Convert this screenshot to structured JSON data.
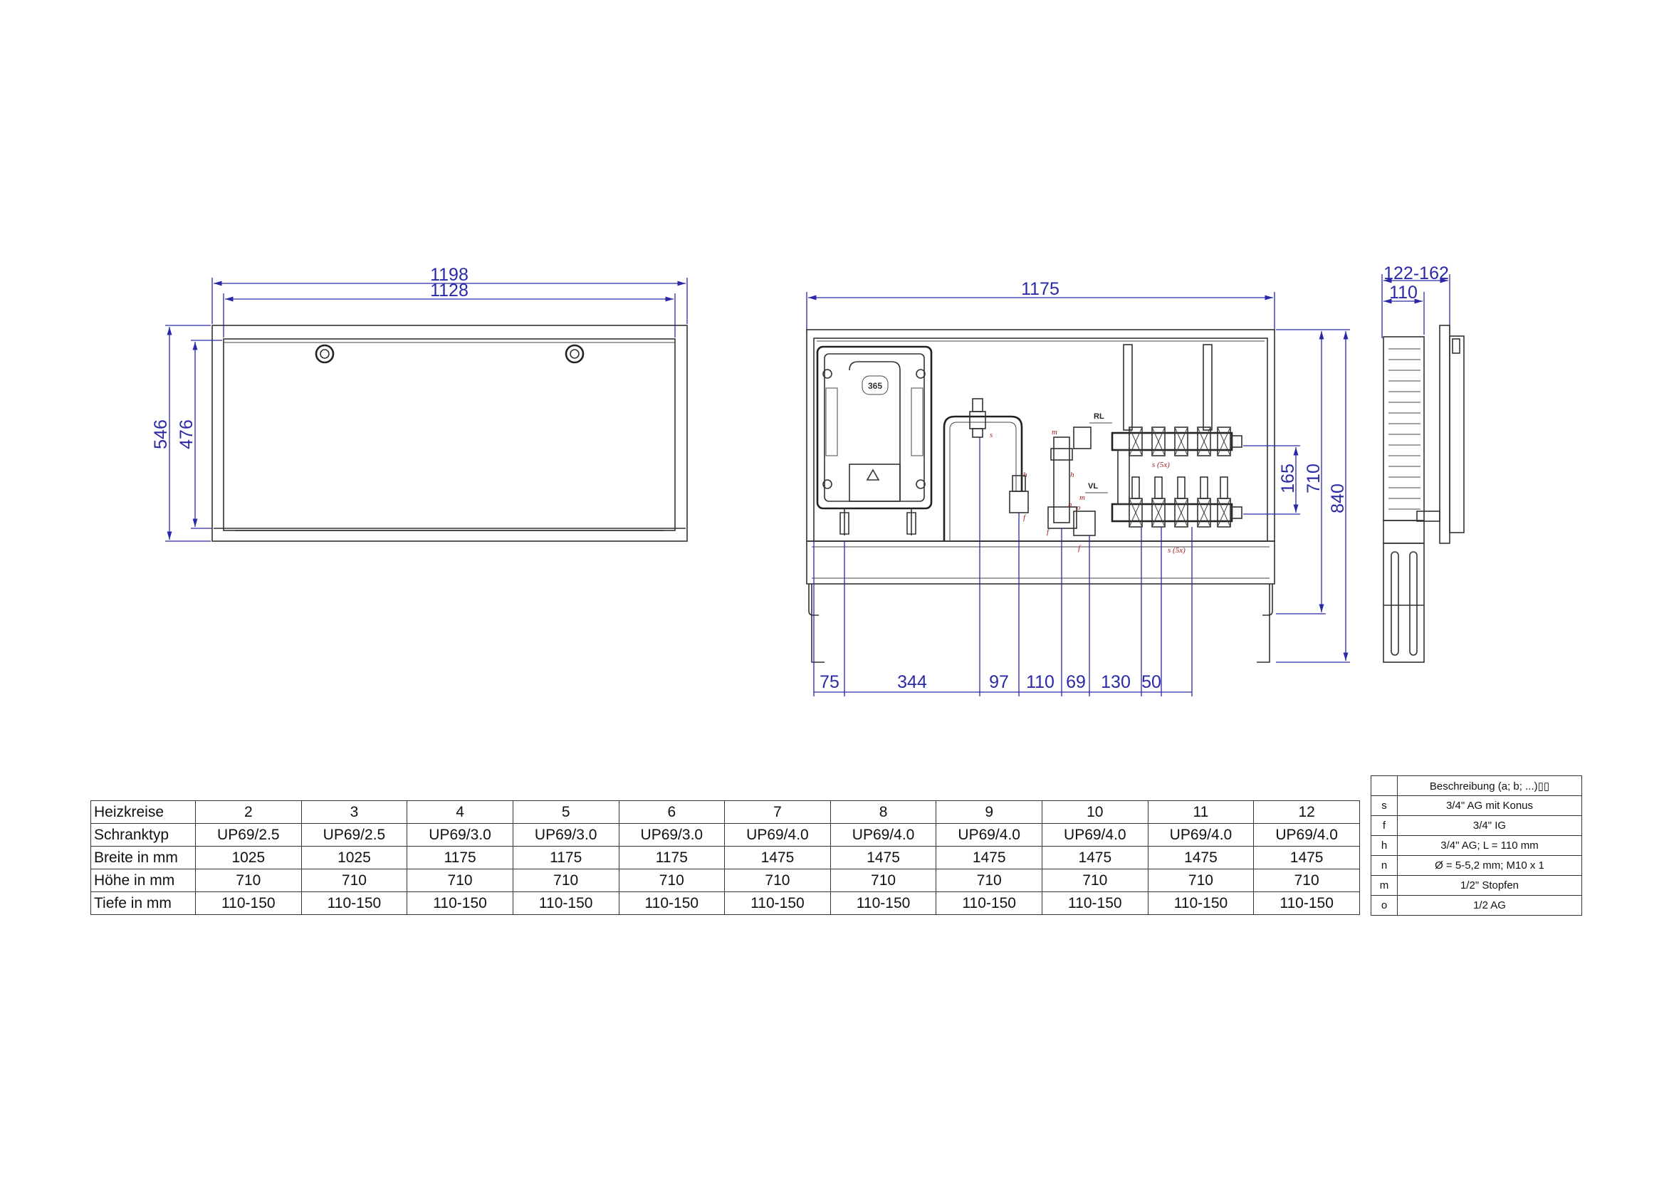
{
  "front_view": {
    "dim_outer_width": "1198",
    "dim_inner_width": "1128",
    "dim_outer_height": "546",
    "dim_inner_height": "476"
  },
  "open_view": {
    "dim_width": "1175",
    "dim_height_165": "165",
    "dim_height_710": "710",
    "dim_height_840": "840",
    "bottom_dims": [
      "75",
      "344",
      "97",
      "110",
      "69",
      "130",
      "50"
    ],
    "labels": {
      "RL": "RL",
      "VL": "VL",
      "s5x_top": "s (5x)",
      "s5x_bottom": "s (5x)",
      "s": "s",
      "h": "h",
      "f": "f",
      "m": "m",
      "n": "n",
      "o": "o",
      "display": "365"
    }
  },
  "side_view": {
    "dim_depth_range": "122-162",
    "dim_depth": "110"
  },
  "spec_table": {
    "rows": [
      {
        "label": "Heizkreise",
        "values": [
          "2",
          "3",
          "4",
          "5",
          "6",
          "7",
          "8",
          "9",
          "10",
          "11",
          "12"
        ]
      },
      {
        "label": "Schranktyp",
        "values": [
          "UP69/2.5",
          "UP69/2.5",
          "UP69/3.0",
          "UP69/3.0",
          "UP69/3.0",
          "UP69/4.0",
          "UP69/4.0",
          "UP69/4.0",
          "UP69/4.0",
          "UP69/4.0",
          "UP69/4.0"
        ]
      },
      {
        "label": "Breite in mm",
        "values": [
          "1025",
          "1025",
          "1175",
          "1175",
          "1175",
          "1475",
          "1475",
          "1475",
          "1475",
          "1475",
          "1475"
        ]
      },
      {
        "label": "Höhe in mm",
        "values": [
          "710",
          "710",
          "710",
          "710",
          "710",
          "710",
          "710",
          "710",
          "710",
          "710",
          "710"
        ]
      },
      {
        "label": "Tiefe in mm",
        "values": [
          "110-150",
          "110-150",
          "110-150",
          "110-150",
          "110-150",
          "110-150",
          "110-150",
          "110-150",
          "110-150",
          "110-150",
          "110-150"
        ]
      }
    ]
  },
  "legend_table": {
    "header": "Beschreibung (a; b; ...)▯▯",
    "rows": [
      {
        "key": "s",
        "desc": "3/4\" AG mit Konus"
      },
      {
        "key": "f",
        "desc": "3/4\" IG"
      },
      {
        "key": "h",
        "desc": "3/4\" AG; L = 110 mm"
      },
      {
        "key": "n",
        "desc": "Ø = 5-5,2 mm; M10 x 1"
      },
      {
        "key": "m",
        "desc": "1/2\" Stopfen"
      },
      {
        "key": "o",
        "desc": "1/2 AG"
      }
    ]
  }
}
